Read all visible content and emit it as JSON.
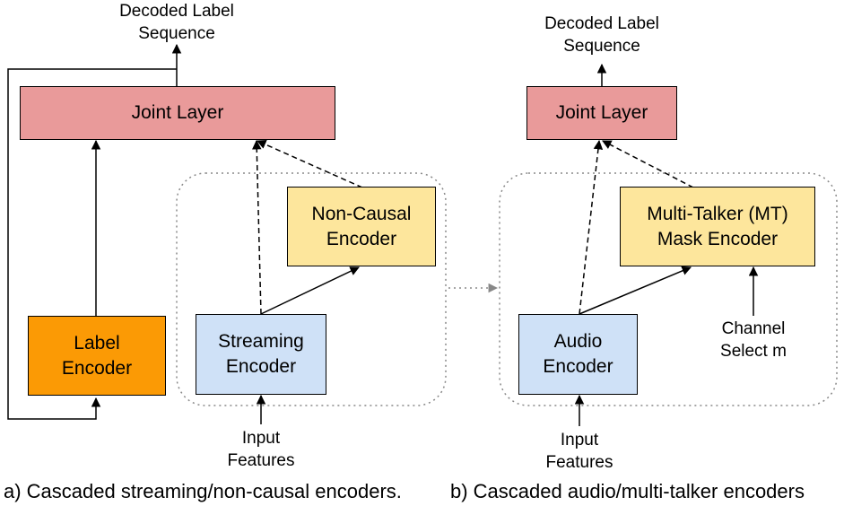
{
  "left": {
    "output_label": [
      "Decoded Label",
      "Sequence"
    ],
    "joint_layer": "Joint Layer",
    "label_encoder": [
      "Label",
      "Encoder"
    ],
    "streaming_encoder": [
      "Streaming",
      "Encoder"
    ],
    "non_causal_encoder": [
      "Non-Causal",
      "Encoder"
    ],
    "input_label": [
      "Input",
      "Features"
    ],
    "caption": "a) Cascaded streaming/non-causal encoders."
  },
  "right": {
    "output_label": [
      "Decoded Label",
      "Sequence"
    ],
    "joint_layer": "Joint Layer",
    "audio_encoder": [
      "Audio",
      "Encoder"
    ],
    "mt_mask_encoder": [
      "Multi-Talker (MT)",
      "Mask Encoder"
    ],
    "channel_select": [
      "Channel",
      "Select m"
    ],
    "input_label": [
      "Input",
      "Features"
    ],
    "caption": "b) Cascaded audio/multi-talker encoders"
  },
  "colors": {
    "joint_layer": "#e99a9a",
    "encoder_yellow": "#fde69c",
    "encoder_blue": "#cfe1f7",
    "label_encoder_orange": "#fb9a05",
    "group_border": "#888888"
  }
}
